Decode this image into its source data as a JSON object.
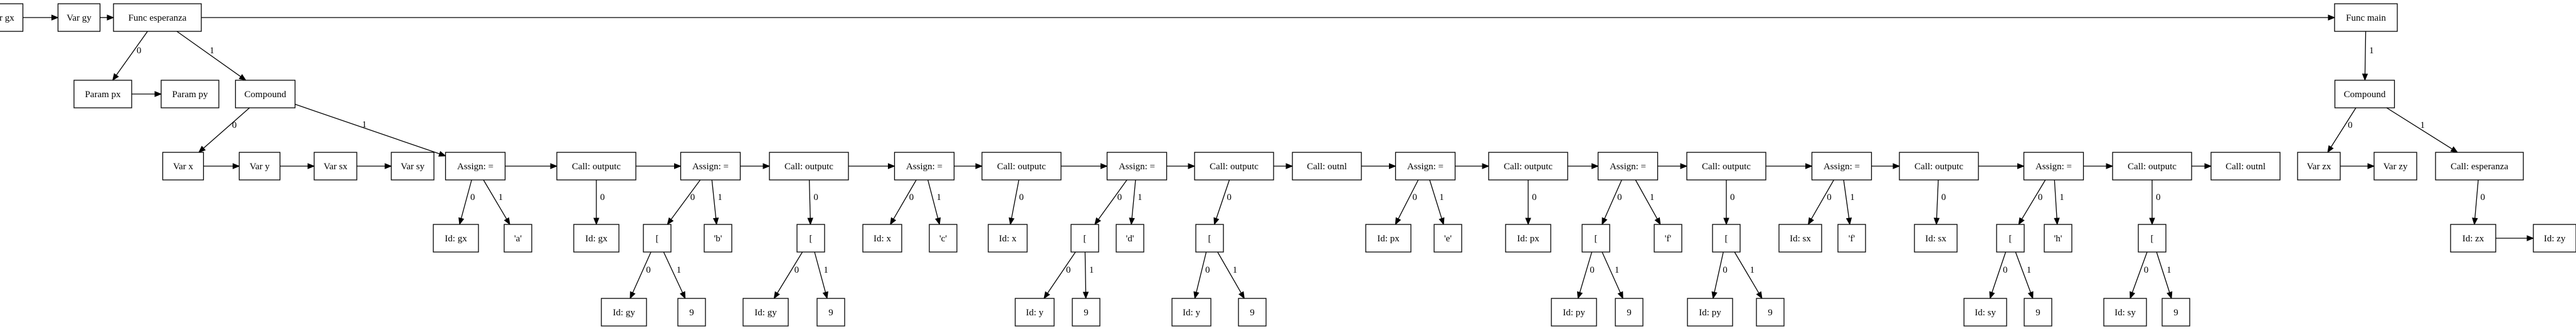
{
  "diagram": {
    "nodes": [
      {
        "id": "vgx",
        "label": "Var gx"
      },
      {
        "id": "vgy",
        "label": "Var gy"
      },
      {
        "id": "fesp",
        "label": "Func esperanza"
      },
      {
        "id": "fmain",
        "label": "Func main"
      },
      {
        "id": "ppx",
        "label": "Param px"
      },
      {
        "id": "ppy",
        "label": "Param py"
      },
      {
        "id": "comp1",
        "label": "Compound"
      },
      {
        "id": "comp2",
        "label": "Compound"
      },
      {
        "id": "vx",
        "label": "Var x"
      },
      {
        "id": "vy",
        "label": "Var y"
      },
      {
        "id": "vsx",
        "label": "Var sx"
      },
      {
        "id": "vsy",
        "label": "Var sy"
      },
      {
        "id": "as1",
        "label": "Assign: ="
      },
      {
        "id": "co1",
        "label": "Call: outputc"
      },
      {
        "id": "as2",
        "label": "Assign: ="
      },
      {
        "id": "co2",
        "label": "Call: outputc"
      },
      {
        "id": "as3",
        "label": "Assign: ="
      },
      {
        "id": "co3",
        "label": "Call: outputc"
      },
      {
        "id": "as4",
        "label": "Assign: ="
      },
      {
        "id": "co4",
        "label": "Call: outputc"
      },
      {
        "id": "outl1",
        "label": "Call: outnl"
      },
      {
        "id": "as5",
        "label": "Assign: ="
      },
      {
        "id": "co5",
        "label": "Call: outputc"
      },
      {
        "id": "as6",
        "label": "Assign: ="
      },
      {
        "id": "co6",
        "label": "Call: outputc"
      },
      {
        "id": "as7",
        "label": "Assign: ="
      },
      {
        "id": "co7",
        "label": "Call: outputc"
      },
      {
        "id": "as8",
        "label": "Assign: ="
      },
      {
        "id": "co8",
        "label": "Call: outputc"
      },
      {
        "id": "outl2",
        "label": "Call: outnl"
      },
      {
        "id": "vzx",
        "label": "Var zx"
      },
      {
        "id": "vzy",
        "label": "Var zy"
      },
      {
        "id": "cesp",
        "label": "Call: esperanza"
      },
      {
        "id": "idgx1",
        "label": "Id: gx"
      },
      {
        "id": "ca",
        "label": "'a'"
      },
      {
        "id": "idgx2",
        "label": "Id: gx"
      },
      {
        "id": "br1",
        "label": "["
      },
      {
        "id": "cb",
        "label": "'b'"
      },
      {
        "id": "br2",
        "label": "["
      },
      {
        "id": "idx1",
        "label": "Id: x"
      },
      {
        "id": "cc",
        "label": "'c'"
      },
      {
        "id": "idx2",
        "label": "Id: x"
      },
      {
        "id": "br3",
        "label": "["
      },
      {
        "id": "cd",
        "label": "'d'"
      },
      {
        "id": "br4",
        "label": "["
      },
      {
        "id": "idpx1",
        "label": "Id: px"
      },
      {
        "id": "ce",
        "label": "'e'"
      },
      {
        "id": "idpx2",
        "label": "Id: px"
      },
      {
        "id": "br5",
        "label": "["
      },
      {
        "id": "cf",
        "label": "'f'"
      },
      {
        "id": "br6",
        "label": "["
      },
      {
        "id": "idsx1",
        "label": "Id: sx"
      },
      {
        "id": "cf2",
        "label": "'f'"
      },
      {
        "id": "idsx2",
        "label": "Id: sx"
      },
      {
        "id": "br7",
        "label": "["
      },
      {
        "id": "ch",
        "label": "'h'"
      },
      {
        "id": "br8",
        "label": "["
      },
      {
        "id": "idzx",
        "label": "Id: zx"
      },
      {
        "id": "idzy",
        "label": "Id: zy"
      },
      {
        "id": "idgy1",
        "label": "Id: gy"
      },
      {
        "id": "n91",
        "label": "9"
      },
      {
        "id": "idgy2",
        "label": "Id: gy"
      },
      {
        "id": "n92",
        "label": "9"
      },
      {
        "id": "idy1",
        "label": "Id: y"
      },
      {
        "id": "n93",
        "label": "9"
      },
      {
        "id": "idy2",
        "label": "Id: y"
      },
      {
        "id": "n94",
        "label": "9"
      },
      {
        "id": "idpy1",
        "label": "Id: py"
      },
      {
        "id": "n95",
        "label": "9"
      },
      {
        "id": "idpy2",
        "label": "Id: py"
      },
      {
        "id": "n96",
        "label": "9"
      },
      {
        "id": "idsy1",
        "label": "Id: sy"
      },
      {
        "id": "n97",
        "label": "9"
      },
      {
        "id": "idsy2",
        "label": "Id: sy"
      },
      {
        "id": "n98",
        "label": "9"
      }
    ],
    "edges": [
      {
        "from": "vgx",
        "to": "vgy",
        "label": ""
      },
      {
        "from": "vgy",
        "to": "fesp",
        "label": ""
      },
      {
        "from": "fesp",
        "to": "fmain",
        "label": ""
      },
      {
        "from": "fesp",
        "to": "ppx",
        "label": "0"
      },
      {
        "from": "fesp",
        "to": "comp1",
        "label": "1"
      },
      {
        "from": "ppx",
        "to": "ppy",
        "label": ""
      },
      {
        "from": "comp1",
        "to": "vx",
        "label": "0"
      },
      {
        "from": "comp1",
        "to": "as1",
        "label": "1"
      },
      {
        "from": "vx",
        "to": "vy",
        "label": ""
      },
      {
        "from": "vy",
        "to": "vsx",
        "label": ""
      },
      {
        "from": "vsx",
        "to": "vsy",
        "label": ""
      },
      {
        "from": "as1",
        "to": "co1",
        "label": ""
      },
      {
        "from": "co1",
        "to": "as2",
        "label": ""
      },
      {
        "from": "as2",
        "to": "co2",
        "label": ""
      },
      {
        "from": "co2",
        "to": "as3",
        "label": ""
      },
      {
        "from": "as3",
        "to": "co3",
        "label": ""
      },
      {
        "from": "co3",
        "to": "as4",
        "label": ""
      },
      {
        "from": "as4",
        "to": "co4",
        "label": ""
      },
      {
        "from": "co4",
        "to": "outl1",
        "label": ""
      },
      {
        "from": "outl1",
        "to": "as5",
        "label": ""
      },
      {
        "from": "as5",
        "to": "co5",
        "label": ""
      },
      {
        "from": "co5",
        "to": "as6",
        "label": ""
      },
      {
        "from": "as6",
        "to": "co6",
        "label": ""
      },
      {
        "from": "co6",
        "to": "as7",
        "label": ""
      },
      {
        "from": "as7",
        "to": "co7",
        "label": ""
      },
      {
        "from": "co7",
        "to": "as8",
        "label": ""
      },
      {
        "from": "as8",
        "to": "co8",
        "label": ""
      },
      {
        "from": "co8",
        "to": "outl2",
        "label": ""
      },
      {
        "from": "as1",
        "to": "idgx1",
        "label": "0"
      },
      {
        "from": "as1",
        "to": "ca",
        "label": "1"
      },
      {
        "from": "co1",
        "to": "idgx2",
        "label": "0"
      },
      {
        "from": "as2",
        "to": "br1",
        "label": "0"
      },
      {
        "from": "as2",
        "to": "cb",
        "label": "1"
      },
      {
        "from": "co2",
        "to": "br2",
        "label": "0"
      },
      {
        "from": "as3",
        "to": "idx1",
        "label": "0"
      },
      {
        "from": "as3",
        "to": "cc",
        "label": "1"
      },
      {
        "from": "co3",
        "to": "idx2",
        "label": "0"
      },
      {
        "from": "as4",
        "to": "br3",
        "label": "0"
      },
      {
        "from": "as4",
        "to": "cd",
        "label": "1"
      },
      {
        "from": "co4",
        "to": "br4",
        "label": "0"
      },
      {
        "from": "as5",
        "to": "idpx1",
        "label": "0"
      },
      {
        "from": "as5",
        "to": "ce",
        "label": "1"
      },
      {
        "from": "co5",
        "to": "idpx2",
        "label": "0"
      },
      {
        "from": "as6",
        "to": "br5",
        "label": "0"
      },
      {
        "from": "as6",
        "to": "cf",
        "label": "1"
      },
      {
        "from": "co6",
        "to": "br6",
        "label": "0"
      },
      {
        "from": "as7",
        "to": "idsx1",
        "label": "0"
      },
      {
        "from": "as7",
        "to": "cf2",
        "label": "1"
      },
      {
        "from": "co7",
        "to": "idsx2",
        "label": "0"
      },
      {
        "from": "as8",
        "to": "br7",
        "label": "0"
      },
      {
        "from": "as8",
        "to": "ch",
        "label": "1"
      },
      {
        "from": "co8",
        "to": "br8",
        "label": "0"
      },
      {
        "from": "br1",
        "to": "idgy1",
        "label": "0"
      },
      {
        "from": "br1",
        "to": "n91",
        "label": "1"
      },
      {
        "from": "br2",
        "to": "idgy2",
        "label": "0"
      },
      {
        "from": "br2",
        "to": "n92",
        "label": "1"
      },
      {
        "from": "br3",
        "to": "idy1",
        "label": "0"
      },
      {
        "from": "br3",
        "to": "n93",
        "label": "1"
      },
      {
        "from": "br4",
        "to": "idy2",
        "label": "0"
      },
      {
        "from": "br4",
        "to": "n94",
        "label": "1"
      },
      {
        "from": "br5",
        "to": "idpy1",
        "label": "0"
      },
      {
        "from": "br5",
        "to": "n95",
        "label": "1"
      },
      {
        "from": "br6",
        "to": "idpy2",
        "label": "0"
      },
      {
        "from": "br6",
        "to": "n96",
        "label": "1"
      },
      {
        "from": "br7",
        "to": "idsy1",
        "label": "0"
      },
      {
        "from": "br7",
        "to": "n97",
        "label": "1"
      },
      {
        "from": "br8",
        "to": "idsy2",
        "label": "0"
      },
      {
        "from": "br8",
        "to": "n98",
        "label": "1"
      },
      {
        "from": "fmain",
        "to": "comp2",
        "label": "1"
      },
      {
        "from": "comp2",
        "to": "vzx",
        "label": "0"
      },
      {
        "from": "comp2",
        "to": "cesp",
        "label": "1"
      },
      {
        "from": "vzx",
        "to": "vzy",
        "label": ""
      },
      {
        "from": "cesp",
        "to": "idzx",
        "label": "0"
      },
      {
        "from": "idzx",
        "to": "idzy",
        "label": ""
      }
    ]
  }
}
